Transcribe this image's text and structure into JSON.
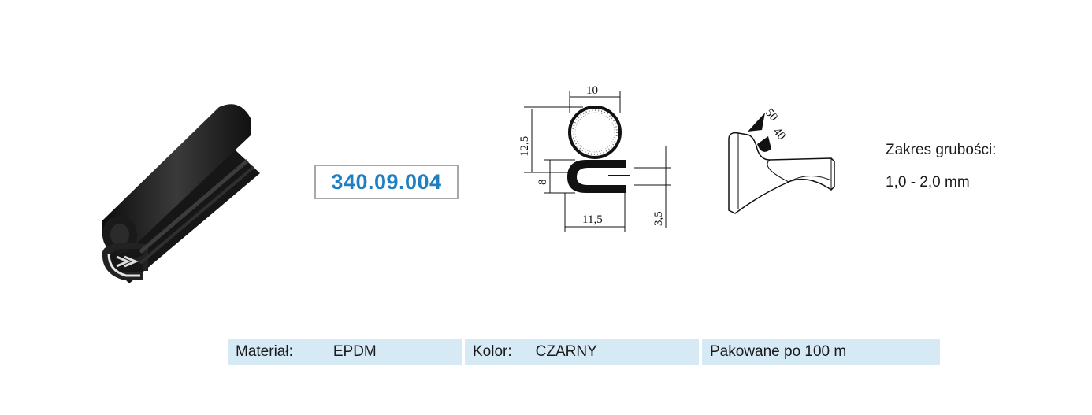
{
  "product": {
    "code": "340.09.004"
  },
  "drawing": {
    "dim_top_width": "10",
    "dim_height_left": "12,5",
    "dim_clip_height": "8",
    "dim_bottom_width": "11,5",
    "dim_right": "3,5",
    "angle_1": "50",
    "angle_2": "40"
  },
  "thickness": {
    "label": "Zakres grubości:",
    "value": "1,0 - 2,0 mm"
  },
  "specs": {
    "material_label": "Materiał:",
    "material_value": "EPDM",
    "color_label": "Kolor:",
    "color_value": "CZARNY",
    "packaging": "Pakowane po 100 m"
  },
  "colors": {
    "accent": "#1f7fc1",
    "bar_bg": "#d6eaf6",
    "rubber": "#1c1c1c"
  }
}
